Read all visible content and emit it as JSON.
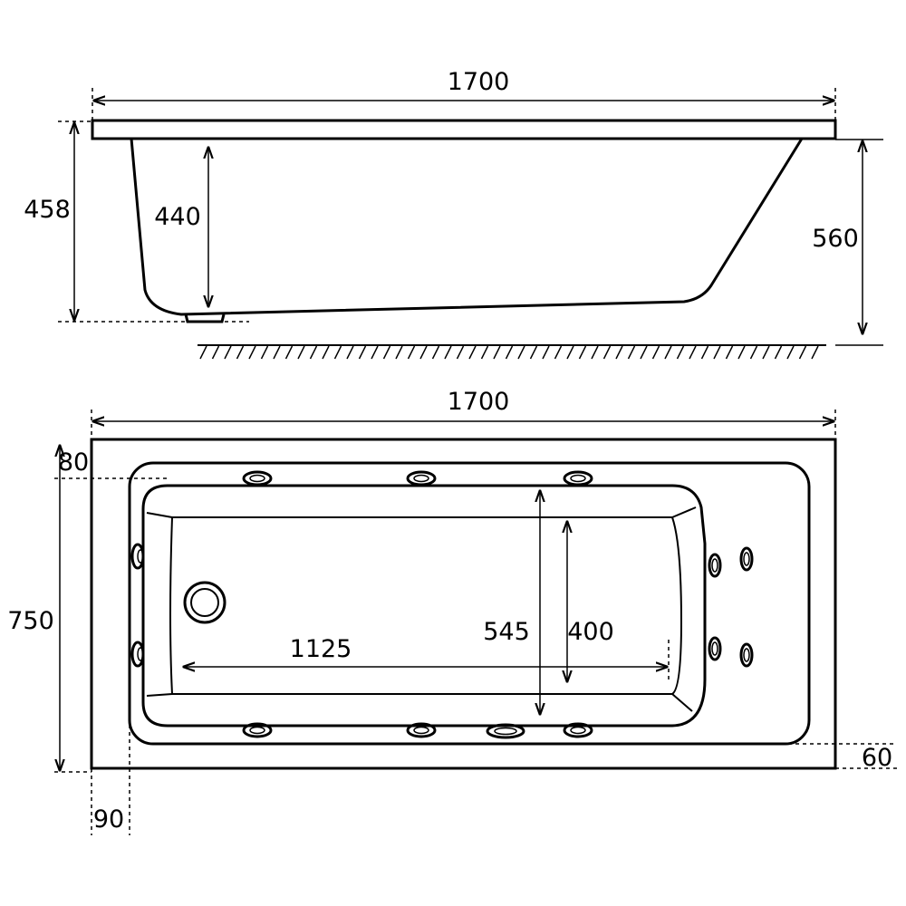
{
  "side_view": {
    "length_label": "1700",
    "total_height_label": "458",
    "inner_depth_label": "440",
    "floor_height_label": "560"
  },
  "top_view": {
    "length_label": "1700",
    "width_label": "750",
    "rim_top_label": "80",
    "rim_right_label": "60",
    "rim_left_label": "90",
    "bottom_length_label": "1125",
    "inner_width_label": "545",
    "bottom_width_label": "400"
  }
}
